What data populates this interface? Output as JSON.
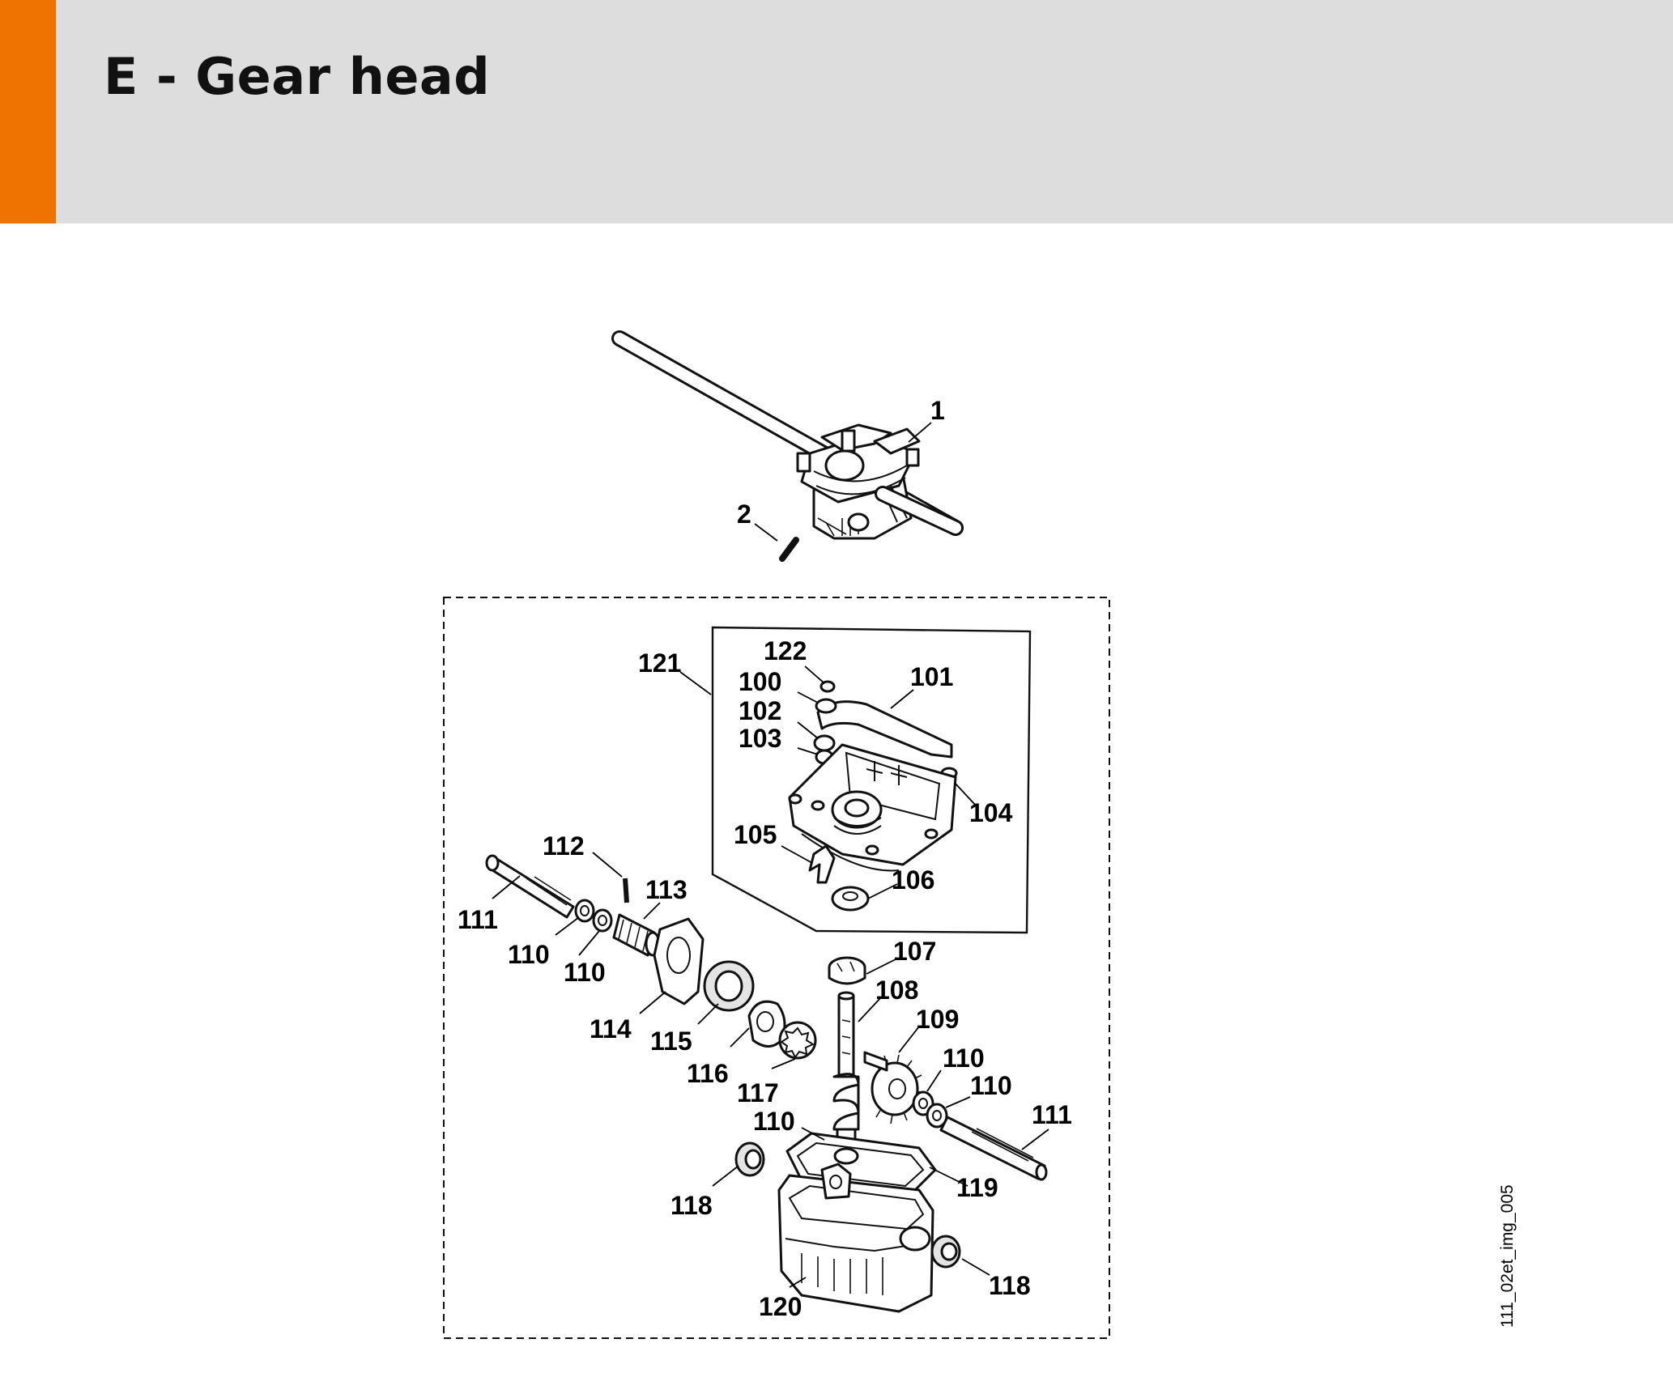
{
  "page": {
    "title": "E - Gear head",
    "accent_color": "#ef7300",
    "header_color": "#dcdddc",
    "image_ref": "111_02et_img_005"
  },
  "callouts": [
    {
      "id": "c1",
      "label": "1"
    },
    {
      "id": "c2",
      "label": "2"
    },
    {
      "id": "c121",
      "label": "121"
    },
    {
      "id": "c122",
      "label": "122"
    },
    {
      "id": "c100",
      "label": "100"
    },
    {
      "id": "c101",
      "label": "101"
    },
    {
      "id": "c102",
      "label": "102"
    },
    {
      "id": "c103",
      "label": "103"
    },
    {
      "id": "c104",
      "label": "104"
    },
    {
      "id": "c105",
      "label": "105"
    },
    {
      "id": "c106",
      "label": "106"
    },
    {
      "id": "c112",
      "label": "112"
    },
    {
      "id": "c113",
      "label": "113"
    },
    {
      "id": "c111a",
      "label": "111"
    },
    {
      "id": "c110a",
      "label": "110"
    },
    {
      "id": "c110b",
      "label": "110"
    },
    {
      "id": "c107",
      "label": "107"
    },
    {
      "id": "c108",
      "label": "108"
    },
    {
      "id": "c109",
      "label": "109"
    },
    {
      "id": "c114",
      "label": "114"
    },
    {
      "id": "c115",
      "label": "115"
    },
    {
      "id": "c116",
      "label": "116"
    },
    {
      "id": "c117",
      "label": "117"
    },
    {
      "id": "c110c",
      "label": "110"
    },
    {
      "id": "c110d",
      "label": "110"
    },
    {
      "id": "c111b",
      "label": "111"
    },
    {
      "id": "c110e",
      "label": "110"
    },
    {
      "id": "c118a",
      "label": "118"
    },
    {
      "id": "c119",
      "label": "119"
    },
    {
      "id": "c118b",
      "label": "118"
    },
    {
      "id": "c120",
      "label": "120"
    }
  ]
}
